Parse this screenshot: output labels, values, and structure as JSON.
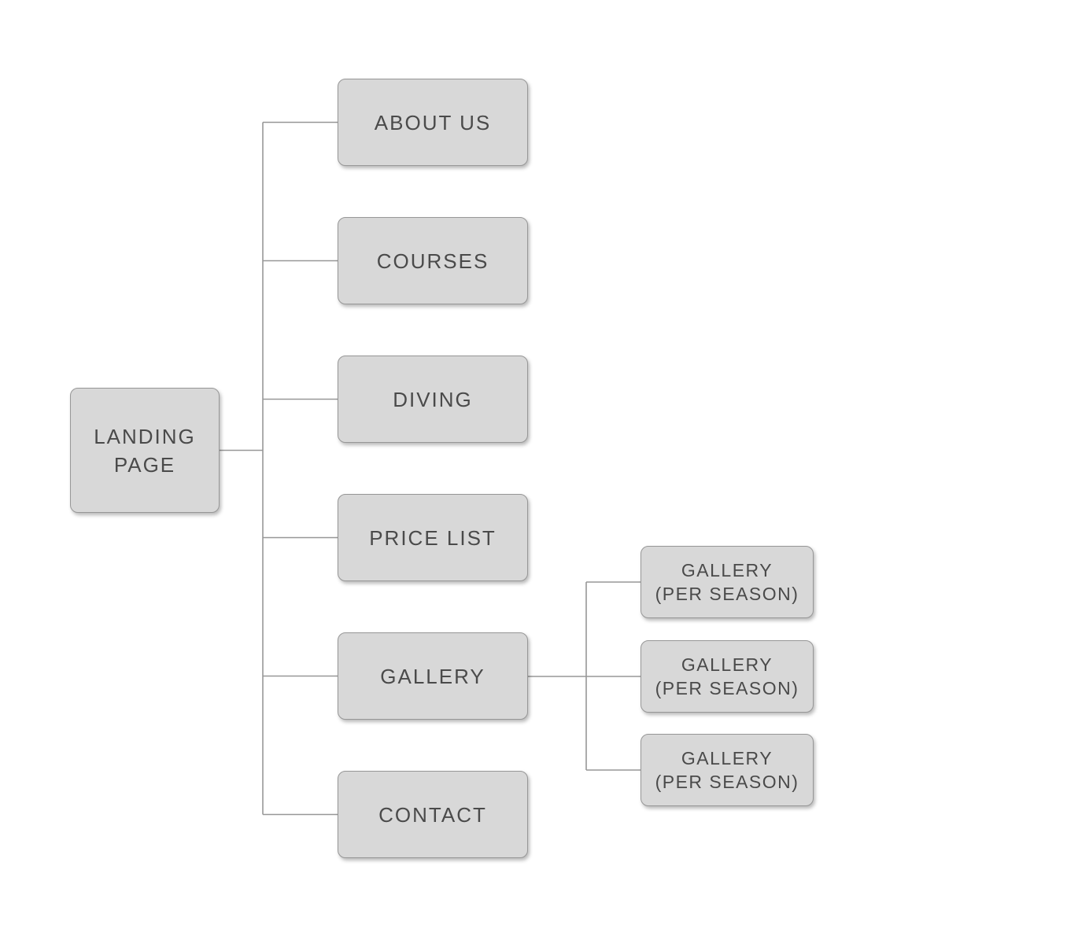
{
  "diagram": {
    "type": "sitemap-tree",
    "colors": {
      "background": "#ffffff",
      "node_fill": "#d8d8d8",
      "node_border": "#979797",
      "connector": "#979797",
      "label_text": "#4a4a4a"
    },
    "root": {
      "label": "LANDING PAGE",
      "lines": [
        "LANDING",
        "PAGE"
      ]
    },
    "pages": [
      {
        "label": "ABOUT US"
      },
      {
        "label": "COURSES"
      },
      {
        "label": "DIVING"
      },
      {
        "label": "PRICE LIST"
      },
      {
        "label": "GALLERY"
      },
      {
        "label": "CONTACT"
      }
    ],
    "gallery_children": [
      {
        "label": "GALLERY (PER SEASON)",
        "lines": [
          "GALLERY",
          "(PER SEASON)"
        ]
      },
      {
        "label": "GALLERY (PER SEASON)",
        "lines": [
          "GALLERY",
          "(PER SEASON)"
        ]
      },
      {
        "label": "GALLERY (PER SEASON)",
        "lines": [
          "GALLERY",
          "(PER SEASON)"
        ]
      }
    ]
  }
}
